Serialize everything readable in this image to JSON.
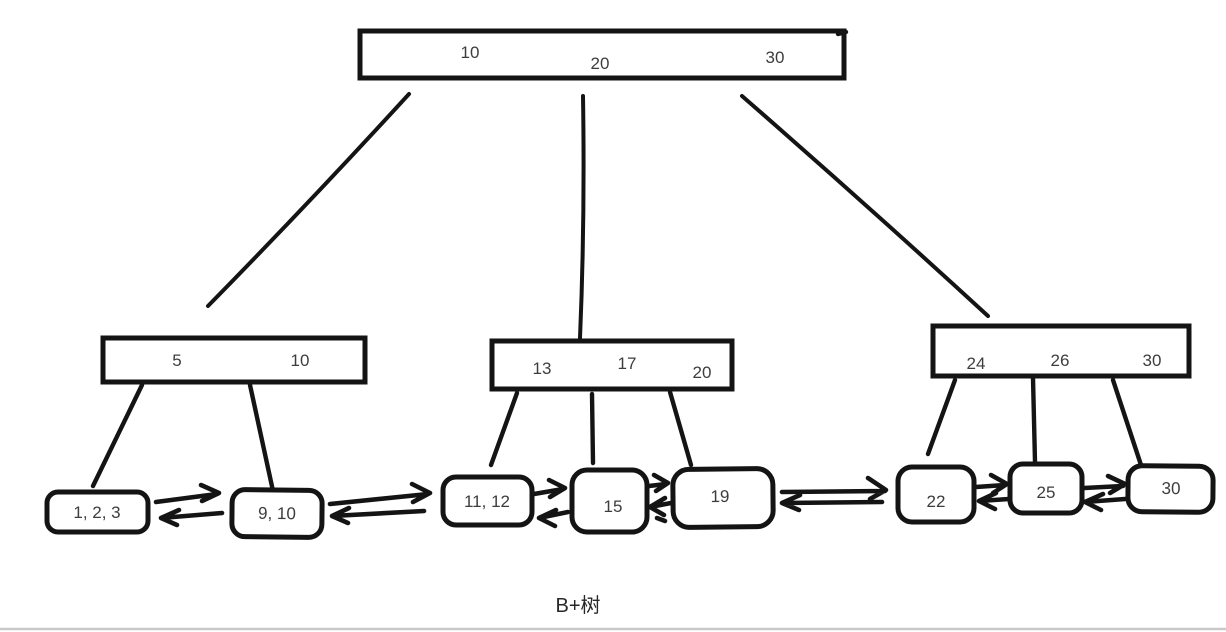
{
  "caption": "B+树",
  "tree": {
    "root": {
      "keys": [
        "10",
        "20",
        "30"
      ]
    },
    "internal_nodes": [
      {
        "keys": [
          "5",
          "10"
        ]
      },
      {
        "keys": [
          "13",
          "17",
          "20"
        ]
      },
      {
        "keys": [
          "24",
          "26",
          "30"
        ]
      }
    ],
    "leaves": [
      "1, 2, 3",
      "9, 10",
      "11, 12",
      "15",
      "19",
      "22",
      "25",
      "30"
    ]
  },
  "colors": {
    "ink": "#141414",
    "text": "#3d3d3d",
    "caption": "#282828",
    "baseline": "#c9c9c9",
    "background": "#ffffff"
  }
}
